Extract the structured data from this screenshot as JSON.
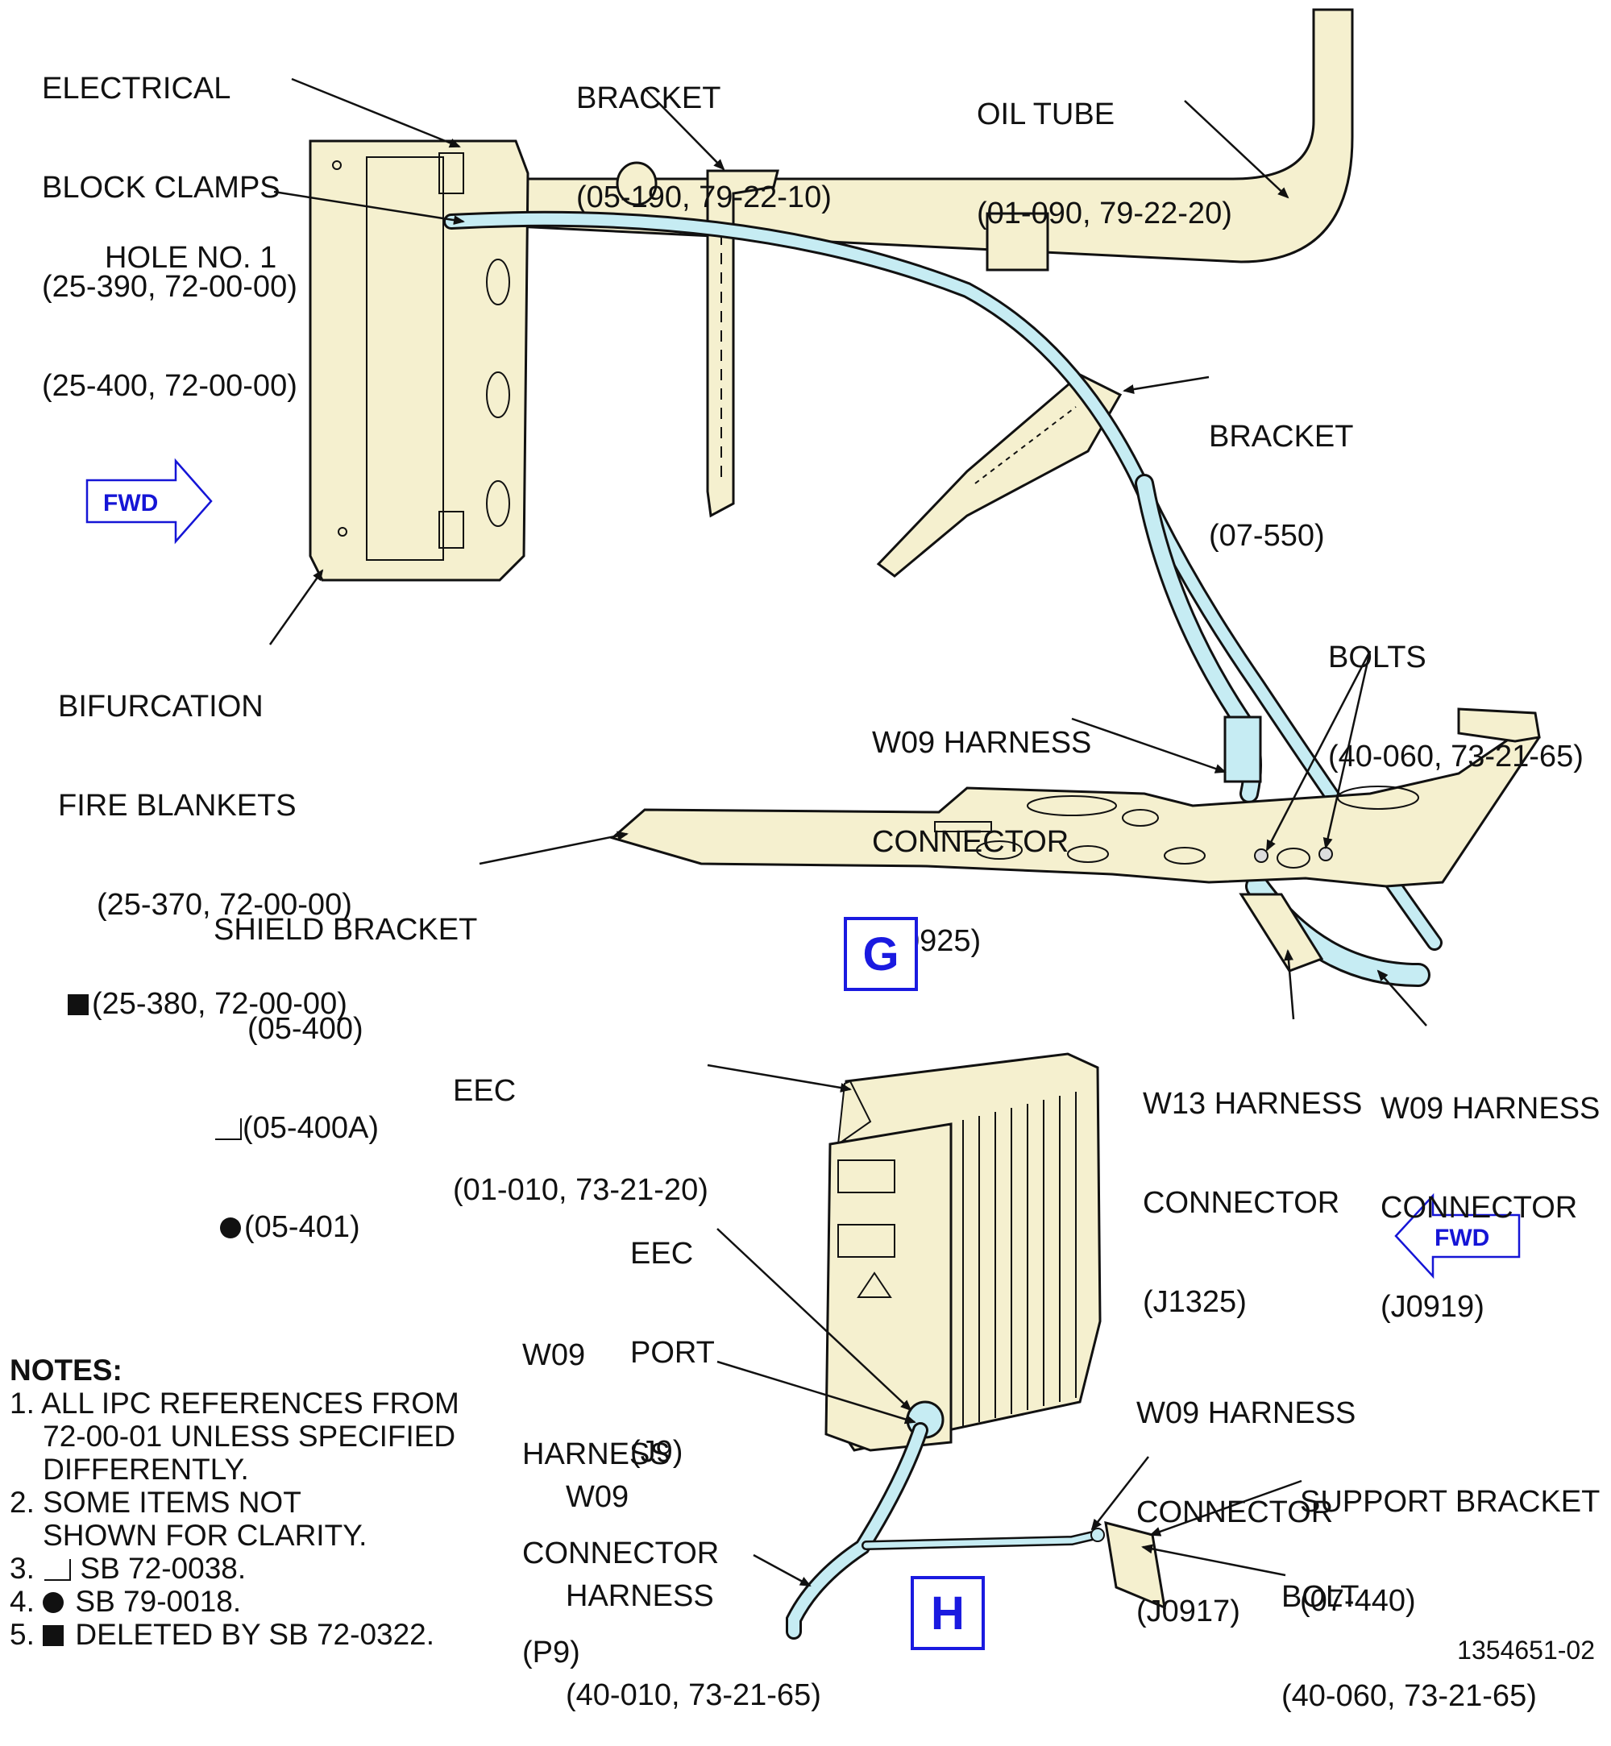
{
  "labels": {
    "elec_clamps": [
      "ELECTRICAL",
      "BLOCK CLAMPS",
      "(25-390, 72-00-00)",
      "(25-400, 72-00-00)"
    ],
    "hole_no1": [
      "HOLE NO. 1"
    ],
    "bracket_top": [
      "BRACKET",
      "(05-190, 79-22-10)"
    ],
    "oil_tube": [
      "OIL TUBE",
      "(01-090, 79-22-20)"
    ],
    "bracket_mid": [
      "BRACKET",
      "(07-550)"
    ],
    "bolts": [
      "BOLTS",
      "(40-060, 73-21-65)"
    ],
    "w09_p0925": [
      "W09 HARNESS",
      "CONNECTOR",
      "(P0925)"
    ],
    "bifurcation": [
      "BIFURCATION",
      "FIRE BLANKETS",
      "(25-370, 72-00-00)",
      "(25-380, 72-00-00)"
    ],
    "shield_bracket": [
      "SHIELD BRACKET",
      "(05-400)",
      "(05-400A)",
      "(05-401)"
    ],
    "eec": [
      "EEC",
      "(01-010, 73-21-20)"
    ],
    "w13_j1325": [
      "W13 HARNESS",
      "CONNECTOR",
      "(J1325)"
    ],
    "w09_j0919": [
      "W09 HARNESS",
      "CONNECTOR",
      "(J0919)"
    ],
    "eec_port": [
      "EEC",
      "PORT",
      "(J9)"
    ],
    "w09_p9": [
      "W09",
      "HARNESS",
      "CONNECTOR",
      "(P9)"
    ],
    "w09_harness": [
      "W09",
      "HARNESS",
      "(40-010, 73-21-65)"
    ],
    "w09_j0917": [
      "W09 HARNESS",
      "CONNECTOR",
      "(J0917)"
    ],
    "support_bracket": [
      "SUPPORT BRACKET",
      "(07-440)"
    ],
    "bolt": [
      "BOLT",
      "(40-060, 73-21-65)"
    ]
  },
  "fwd_label": "FWD",
  "views": {
    "g": "G",
    "h": "H"
  },
  "notes": {
    "title": "NOTES:",
    "n1": [
      "1. ALL IPC REFERENCES FROM",
      "    72-00-01 UNLESS SPECIFIED",
      "    DIFFERENTLY."
    ],
    "n2": [
      "2. SOME ITEMS NOT",
      "    SHOWN FOR CLARITY."
    ],
    "n3": "SB 72-0038.",
    "n4": "SB 79-0018.",
    "n5": "DELETED BY SB 72-0322.",
    "n3_num": "3.",
    "n4_num": "4.",
    "n5_num": "5."
  },
  "figure_number": "1354651-02",
  "colors": {
    "part": "#f5f0cf",
    "harness": "#c6ecf3",
    "fwd": "#1515d6",
    "outline": "#111111"
  }
}
